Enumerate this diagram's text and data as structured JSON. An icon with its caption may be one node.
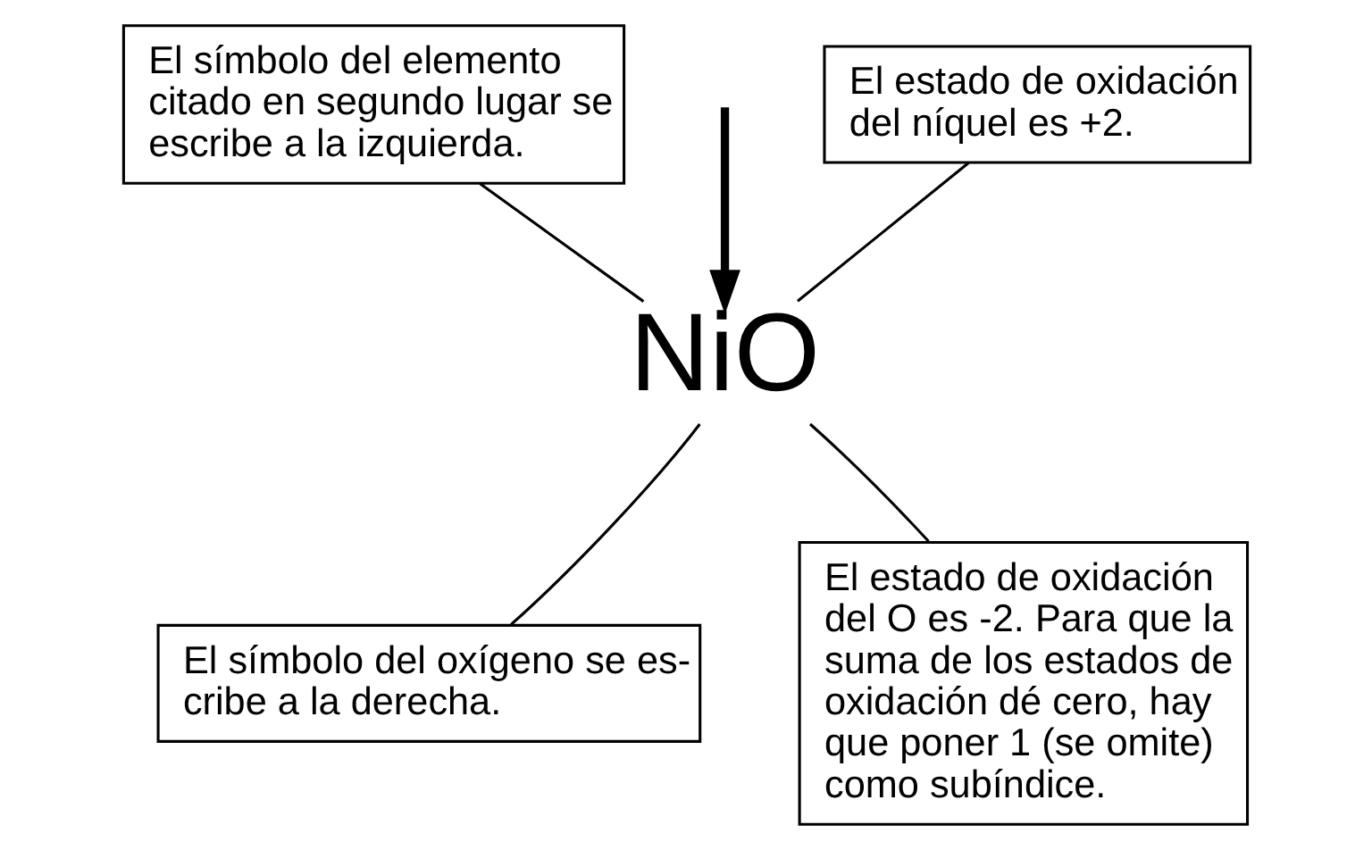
{
  "diagram": {
    "nodes": [
      {
        "text": [
          "NiO"
        ]
      },
      {
        "text": [
          "El símbolo del elemento citado en segundo lugar se escribe a la izquierda."
        ]
      },
      {
        "text": [
          "El estado de oxidación del níquel es +2."
        ]
      },
      {
        "text": [
          "El símbolo del oxígeno se es-cribe a la derecha."
        ]
      },
      {
        "text": [
          "El estado de oxidación del O es -2. Para que la suma de los estados de oxidación dé cero, hay que poner 1 (se omite) como subíndice."
        ]
      }
    ],
    "edges": [
      {
        "from": null,
        "to": 0,
        "arrow": "to",
        "style": "thick"
      },
      {
        "from": 1,
        "to": 0,
        "arrow": "none"
      },
      {
        "from": 2,
        "to": 0,
        "arrow": "none"
      },
      {
        "from": 3,
        "to": 0,
        "arrow": "none"
      },
      {
        "from": 4,
        "to": 0,
        "arrow": "none"
      }
    ]
  }
}
